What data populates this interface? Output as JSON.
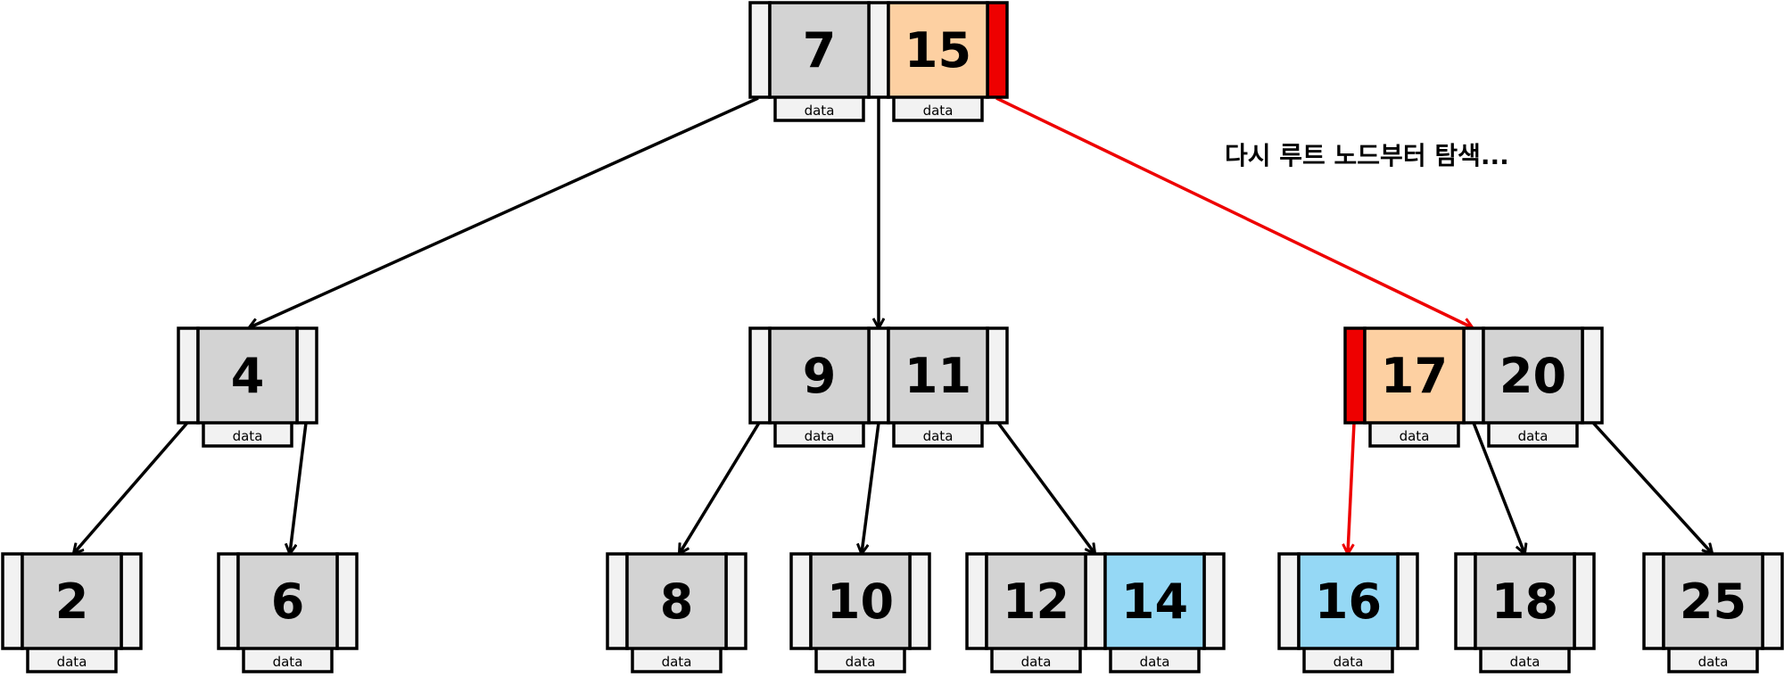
{
  "caption": "다시 루트 노드부터 탐색...",
  "data_label": "data",
  "colors": {
    "default_key": "#d3d3d3",
    "pointer_box": "#f2f2f2",
    "visited_key": "#fdd0a2",
    "found_key": "#95d8f5",
    "active_pointer": "#ee0000",
    "active_edge": "#ee0000",
    "edge": "#000000",
    "border": "#000000"
  },
  "nodes": [
    {
      "id": "root",
      "keys": [
        {
          "value": "7",
          "state": "default"
        },
        {
          "value": "15",
          "state": "visited"
        }
      ],
      "active_pointer": "right"
    },
    {
      "id": "n4",
      "keys": [
        {
          "value": "4",
          "state": "default"
        }
      ]
    },
    {
      "id": "n9-11",
      "keys": [
        {
          "value": "9",
          "state": "default"
        },
        {
          "value": "11",
          "state": "default"
        }
      ]
    },
    {
      "id": "n17-20",
      "keys": [
        {
          "value": "17",
          "state": "visited"
        },
        {
          "value": "20",
          "state": "default"
        }
      ],
      "active_pointer": "left"
    },
    {
      "id": "l2",
      "keys": [
        {
          "value": "2",
          "state": "default"
        }
      ]
    },
    {
      "id": "l6",
      "keys": [
        {
          "value": "6",
          "state": "default"
        }
      ]
    },
    {
      "id": "l8",
      "keys": [
        {
          "value": "8",
          "state": "default"
        }
      ]
    },
    {
      "id": "l10",
      "keys": [
        {
          "value": "10",
          "state": "default"
        }
      ]
    },
    {
      "id": "l12-14",
      "keys": [
        {
          "value": "12",
          "state": "default"
        },
        {
          "value": "14",
          "state": "found"
        }
      ]
    },
    {
      "id": "l16",
      "keys": [
        {
          "value": "16",
          "state": "found"
        }
      ]
    },
    {
      "id": "l18",
      "keys": [
        {
          "value": "18",
          "state": "default"
        }
      ]
    },
    {
      "id": "l25",
      "keys": [
        {
          "value": "25",
          "state": "default"
        }
      ]
    }
  ],
  "edges": [
    {
      "from": "root",
      "to": "n4",
      "active": false
    },
    {
      "from": "root",
      "to": "n9-11",
      "active": false
    },
    {
      "from": "root",
      "to": "n17-20",
      "active": true
    },
    {
      "from": "n4",
      "to": "l2",
      "active": false
    },
    {
      "from": "n4",
      "to": "l6",
      "active": false
    },
    {
      "from": "n9-11",
      "to": "l8",
      "active": false
    },
    {
      "from": "n9-11",
      "to": "l10",
      "active": false
    },
    {
      "from": "n9-11",
      "to": "l12-14",
      "active": false
    },
    {
      "from": "n17-20",
      "to": "l16",
      "active": true
    },
    {
      "from": "n17-20",
      "to": "l18",
      "active": false
    },
    {
      "from": "n17-20",
      "to": "l25",
      "active": false
    }
  ]
}
